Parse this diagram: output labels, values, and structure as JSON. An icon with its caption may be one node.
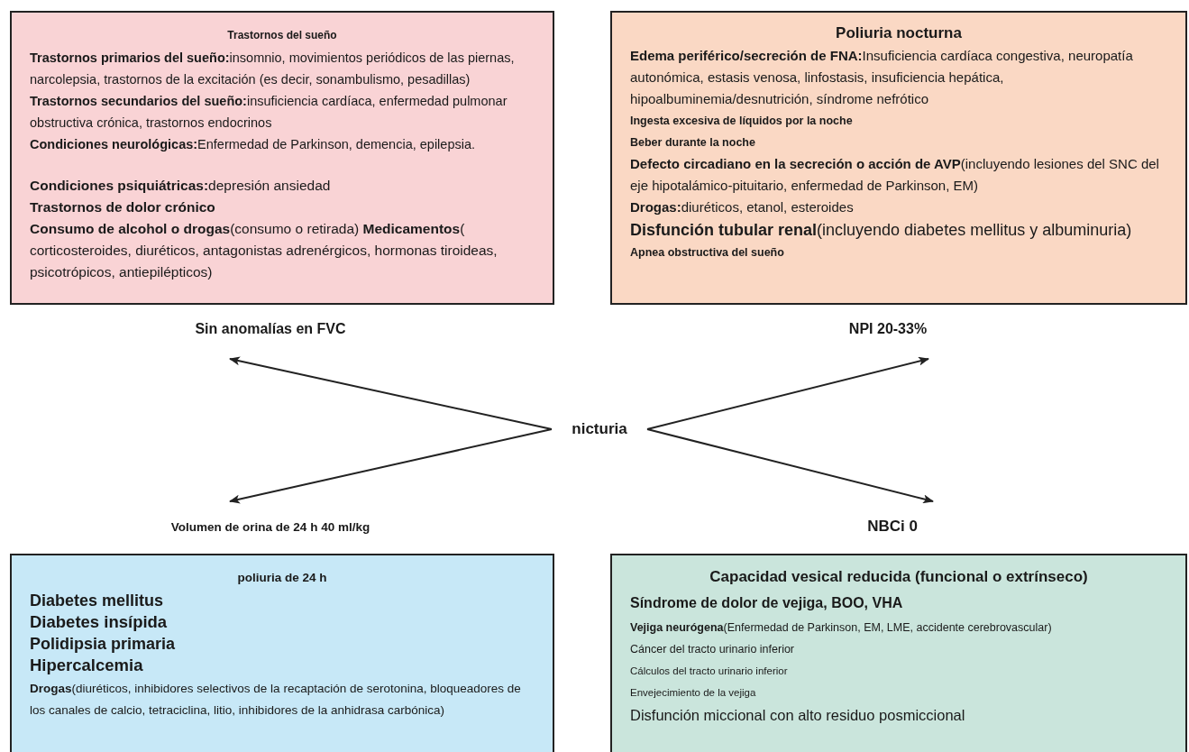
{
  "diagram": {
    "nodes": [
      {
        "text": [
          "Trastornos del sueño",
          "**Trastornos primarios del sueño:**insomnio, movimientos periódicos de las piernas, narcolepsia, trastornos de la excitación (es decir, sonambulismo, pesadillas) **Trastornos secundarios del sueño:**insuficiencia cardíaca, enfermedad pulmonar obstructiva crónica, trastornos endocrinos",
          "**Condiciones neurológicas:**Enfermedad de Parkinson, demencia, epilepsia.",
          "**Condiciones psiquiátricas:**depresión ansiedad",
          "Trastornos de dolor crónico",
          "**Consumo de alcohol o drogas**(consumo o retirada) **Medicamentos**( corticosteroides, diuréticos, antagonistas adrenérgicos, hormonas tiroideas, psicotrópicos, antiepilépticos)"
        ]
      },
      {
        "text": [
          "Poliuria nocturna",
          "**Edema periférico/secreción de FNA:**Insuficiencia cardíaca congestiva, neuropatía autonómica, estasis venosa, linfostasis, insuficiencia hepática, hipoalbuminemia/desnutrición, síndrome nefrótico",
          "Ingesta excesiva de líquidos por la noche",
          "Beber durante la noche",
          "**Defecto circadiano en la secreción o acción de AVP**(incluyendo lesiones del SNC del eje hipotalámico-pituitario, enfermedad de Parkinson, EM)",
          "**Drogas:**diuréticos, etanol, esteroides",
          "**Disfunción tubular renal**(incluyendo diabetes mellitus y albuminuria)",
          "Apnea obstructiva del sueño"
        ]
      },
      {
        "text": [
          "Sin anomalías en FVC"
        ]
      },
      {
        "text": [
          "NPI 20-33%"
        ]
      },
      {
        "text": [
          "nicturia"
        ]
      },
      {
        "text": [
          "Volumen de orina de 24 h 40 ml/kg"
        ]
      },
      {
        "text": [
          "NBCi 0"
        ]
      },
      {
        "text": [
          "poliuria de 24 h",
          "Diabetes mellitus",
          "Diabetes insípida",
          "Polidipsia primaria",
          "Hipercalcemia",
          "**Drogas**(diuréticos, inhibidores selectivos de la recaptación de serotonina, bloqueadores de los canales de calcio, tetraciclina, litio, inhibidores de la anhidrasa carbónica)"
        ]
      },
      {
        "text": [
          "Capacidad vesical reducida (funcional o extrínseco)",
          "Síndrome de dolor de vejiga, BOO, VHA",
          "**Vejiga neurógena**(Enfermedad de Parkinson, EM, LME, accidente cerebrovascular)",
          "Cáncer del tracto urinario inferior",
          "Cálculos del tracto urinario inferior",
          "Envejecimiento de la vejiga",
          "Disfunción miccional con alto residuo posmiccional"
        ]
      }
    ],
    "edges": [
      {
        "from": 4,
        "to": 2,
        "arrow": "to"
      },
      {
        "from": 4,
        "to": 3,
        "arrow": "to"
      },
      {
        "from": 4,
        "to": 5,
        "arrow": "to"
      },
      {
        "from": 4,
        "to": 6,
        "arrow": "to"
      }
    ]
  }
}
